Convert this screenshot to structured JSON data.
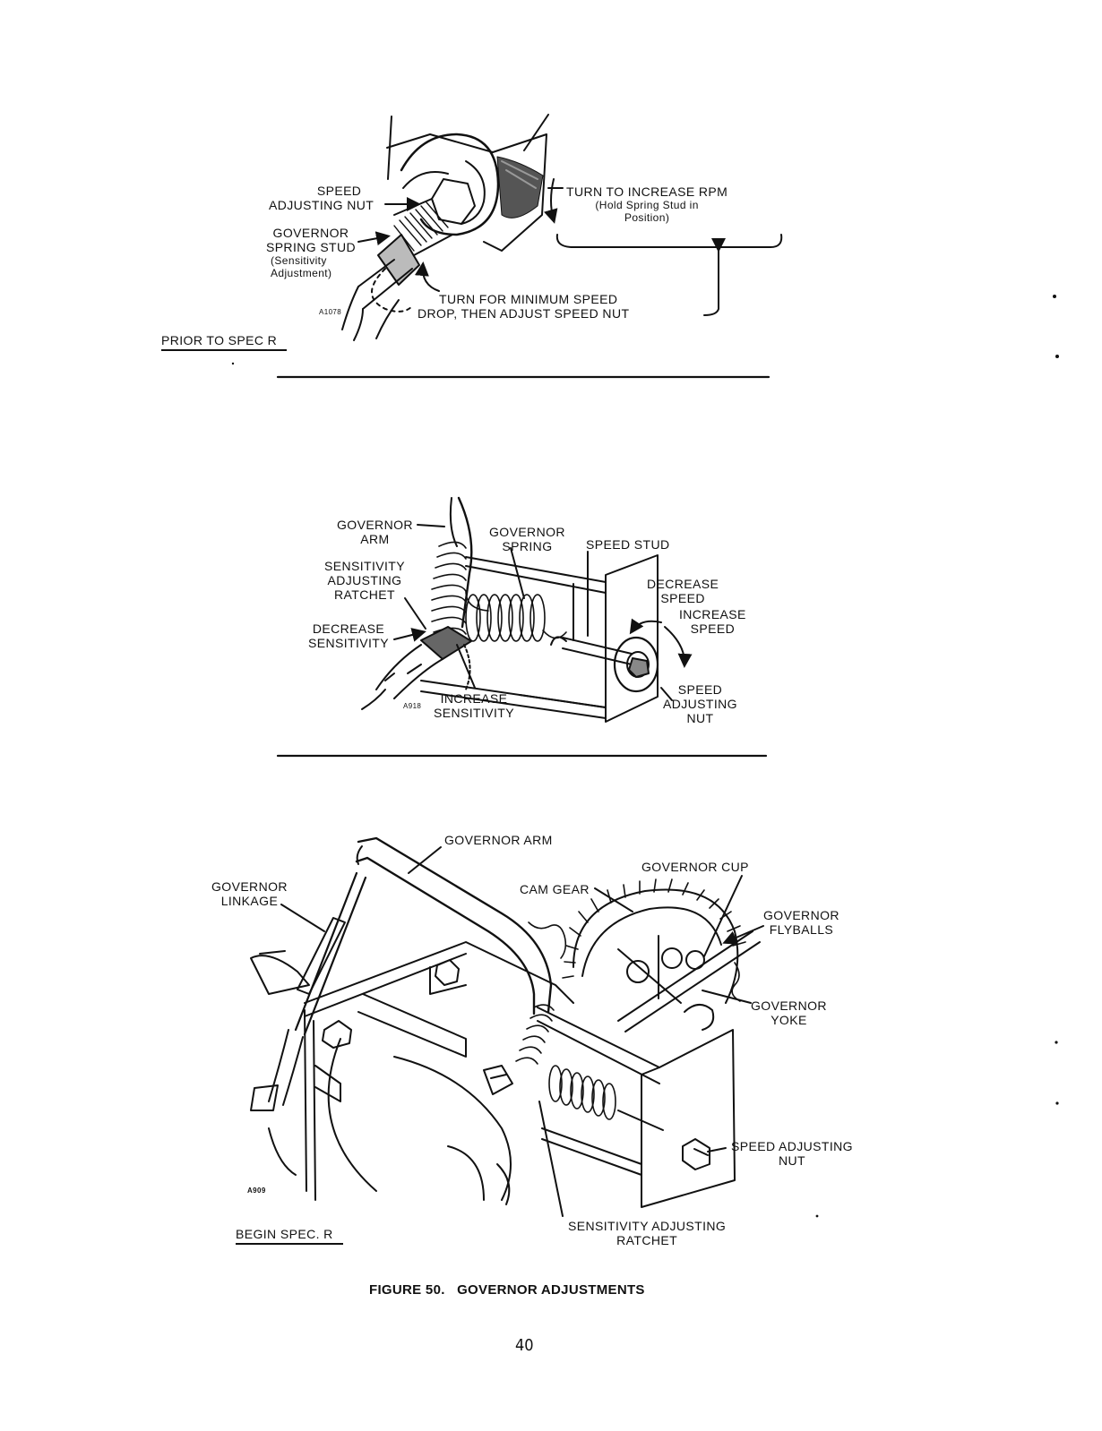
{
  "top_panel": {
    "speed_adjusting_nut": [
      "SPEED",
      "ADJUSTING NUT"
    ],
    "governor_spring_stud": [
      "GOVERNOR",
      "SPRING STUD",
      "(Sensitivity",
      "Adjustment)"
    ],
    "turn_increase": [
      "TURN TO INCREASE RPM",
      "(Hold Spring Stud in",
      "Position)"
    ],
    "turn_minimum": [
      "TURN FOR MINIMUM SPEED",
      "DROP, THEN ADJUST SPEED NUT"
    ],
    "code": "A1078",
    "section_label": "PRIOR TO SPEC R"
  },
  "middle_panel": {
    "governor_arm": [
      "GOVERNOR",
      "ARM"
    ],
    "governor_spring": [
      "GOVERNOR",
      "SPRING"
    ],
    "speed_stud": "SPEED STUD",
    "sensitivity_ratchet": [
      "SENSITIVITY",
      "ADJUSTING",
      "RATCHET"
    ],
    "decrease_speed": [
      "DECREASE",
      "SPEED"
    ],
    "increase_speed": [
      "INCREASE",
      "SPEED"
    ],
    "decrease_sensitivity": [
      "DECREASE",
      "SENSITIVITY"
    ],
    "increase_sensitivity": [
      "INCREASE",
      "SENSITIVITY"
    ],
    "speed_adjusting_nut": [
      "SPEED",
      "ADJUSTING",
      "NUT"
    ],
    "code": "A918"
  },
  "bottom_panel": {
    "governor_arm": "GOVERNOR ARM",
    "governor_cup": "GOVERNOR CUP",
    "governor_linkage": [
      "GOVERNOR",
      "LINKAGE"
    ],
    "cam_gear": "CAM GEAR",
    "governor_flyballs": [
      "GOVERNOR",
      "FLYBALLS"
    ],
    "governor_yoke": [
      "GOVERNOR",
      "YOKE"
    ],
    "speed_adjusting_nut": [
      "SPEED ADJUSTING",
      "NUT"
    ],
    "sensitivity_ratchet": [
      "SENSITIVITY ADJUSTING",
      "RATCHET"
    ],
    "code": "A909",
    "section_label": "BEGIN SPEC. R"
  },
  "caption": "FIGURE 50.   GOVERNOR ADJUSTMENTS",
  "page_number": "40"
}
